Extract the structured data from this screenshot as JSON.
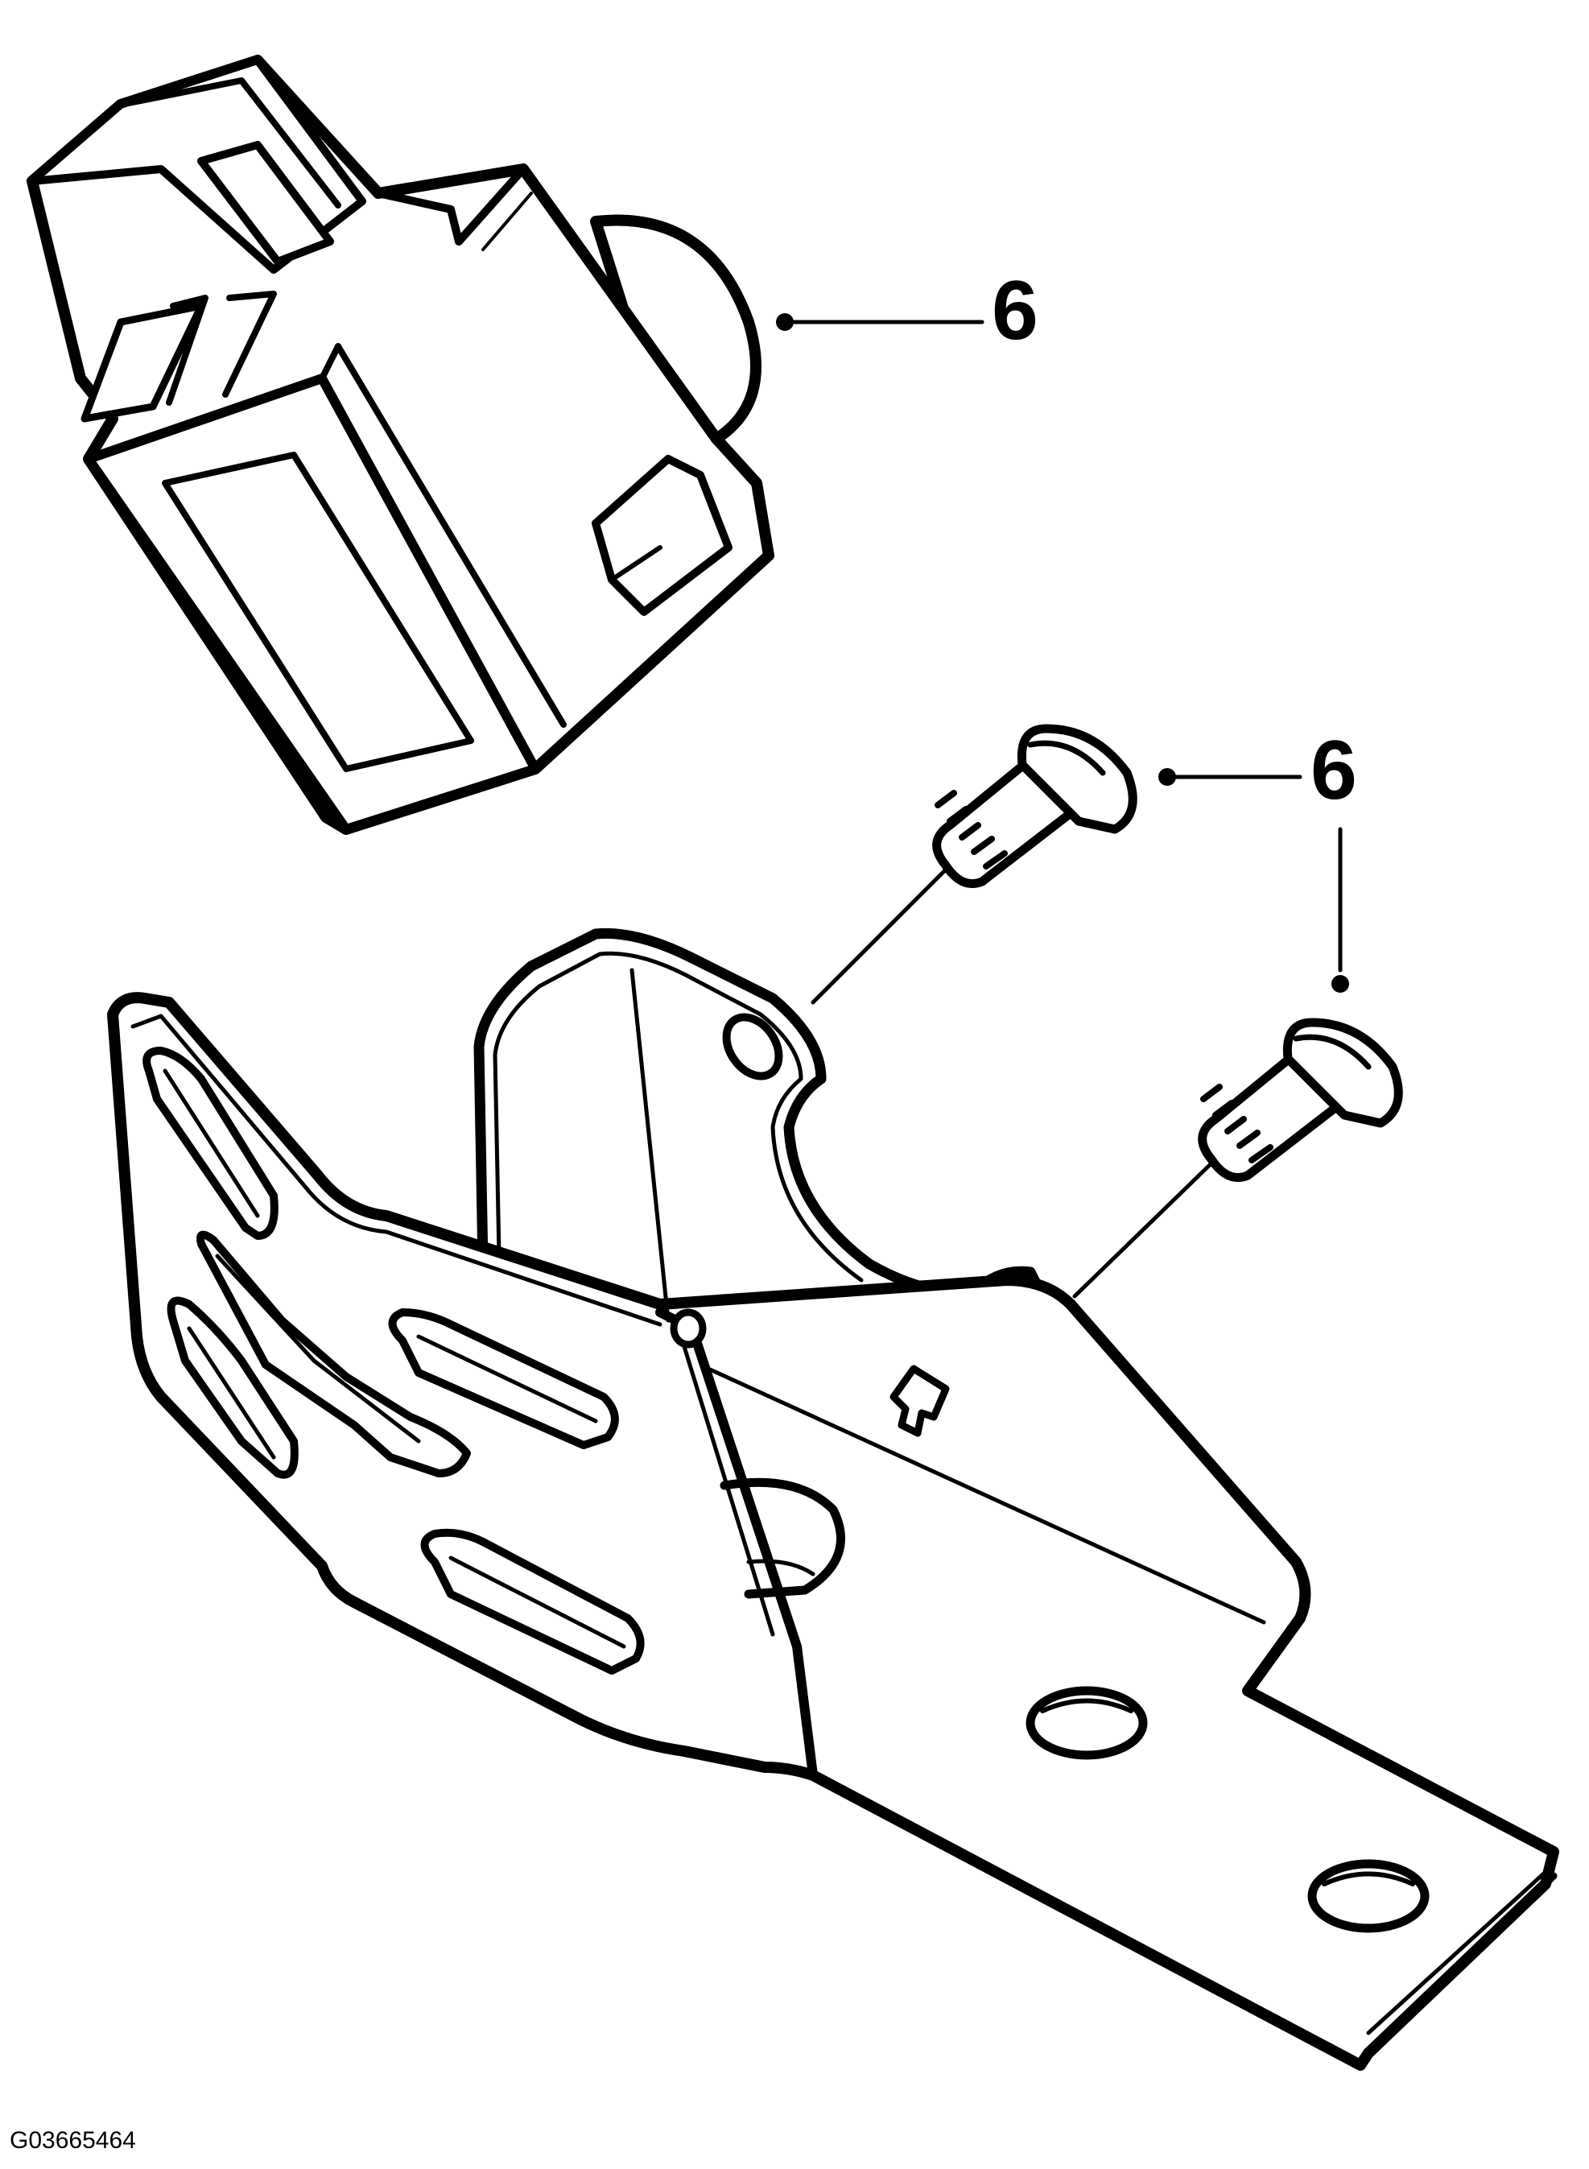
{
  "diagram": {
    "callouts": [
      {
        "id": "sensor",
        "label": "6"
      },
      {
        "id": "bolts",
        "label": "6"
      }
    ],
    "figure_id": "G03665464",
    "components": [
      "sensor-housing",
      "mounting-bolt",
      "mounting-bolt",
      "mounting-bracket"
    ]
  },
  "colors": {
    "line": "#000000",
    "background": "#ffffff"
  }
}
